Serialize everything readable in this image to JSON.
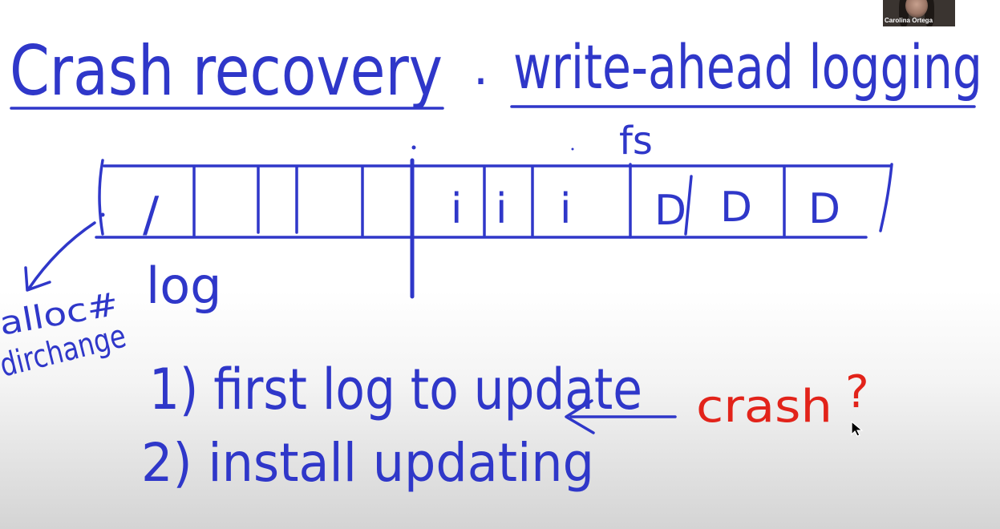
{
  "whiteboard": {
    "title_left": "Crash recovery",
    "title_sep": ".",
    "title_right": "write-ahead logging",
    "fs_label": "fs",
    "disk_cells": [
      "/",
      "",
      "",
      "",
      "",
      "i",
      "i",
      "i",
      "D",
      "D",
      "D"
    ],
    "log_label": "log",
    "alloc_line1": "alloc#",
    "alloc_line2": "dirchange",
    "step1": "1) first log to update",
    "step2": "2) install updating",
    "crash_text": "crash",
    "crash_q": "?",
    "colors": {
      "ink": "#2f37c9",
      "crash": "#e2231a"
    }
  },
  "participant": {
    "name": "Carolina Ortega"
  }
}
